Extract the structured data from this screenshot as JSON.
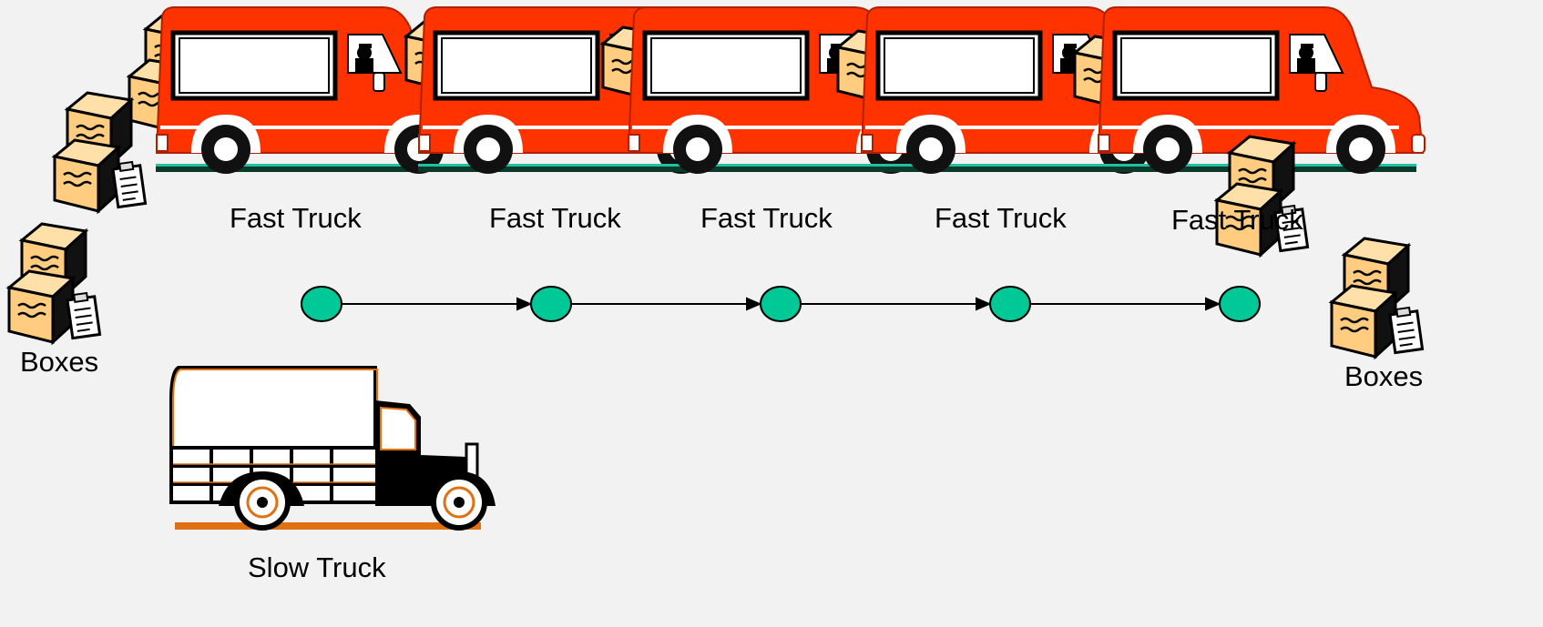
{
  "labels": {
    "boxes_left": "Boxes",
    "boxes_right": "Boxes",
    "slow_truck": "Slow Truck",
    "fast_trucks": [
      "Fast Truck",
      "Fast Truck",
      "Fast Truck",
      "Fast Truck",
      "Fast Truck"
    ]
  },
  "colors": {
    "background": "#f2f2f2",
    "truck_body": "#ff3300",
    "node_fill": "#00c896",
    "box_fill": "#ffcc80",
    "slow_truck_trim": "#e07010"
  },
  "icons": {
    "fast_truck": "delivery-van-icon",
    "slow_truck": "vintage-truck-icon",
    "boxes": "stacked-boxes-icon",
    "node": "circle-node"
  }
}
